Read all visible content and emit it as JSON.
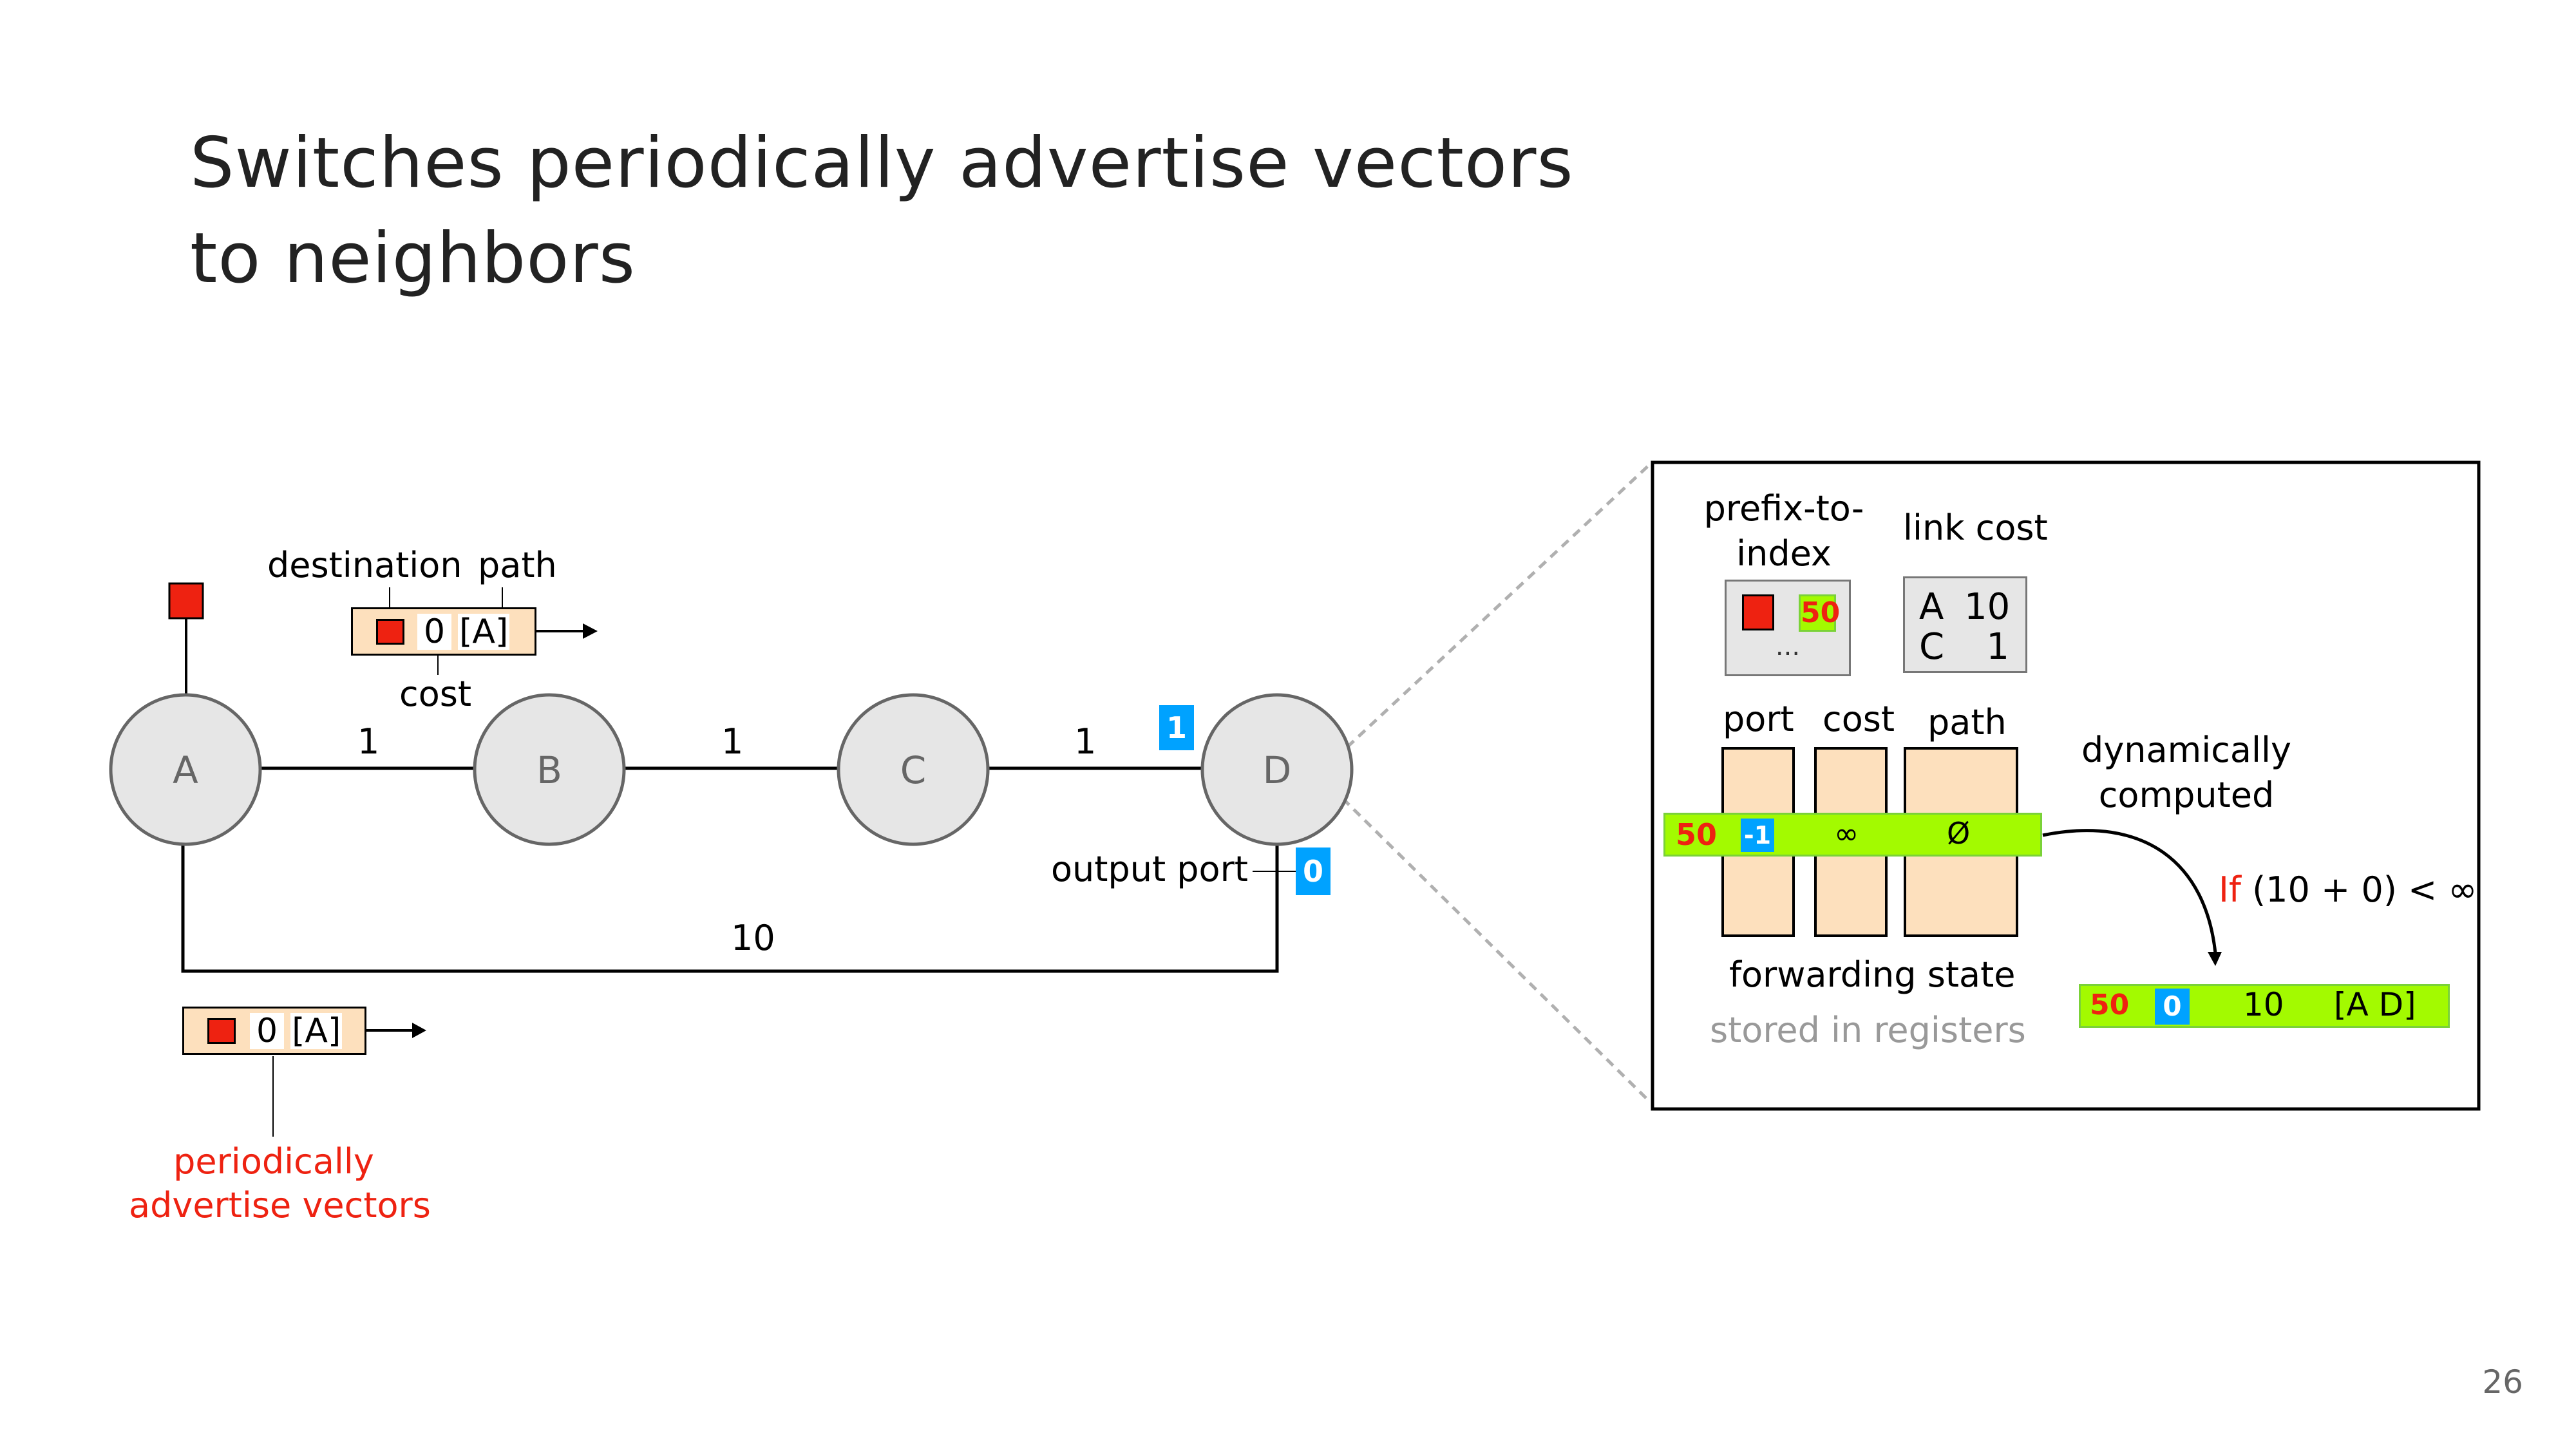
{
  "slide": {
    "title_line1": "Switches periodically advertise vectors",
    "title_line2": "to neighbors",
    "page_number": "26"
  },
  "colors": {
    "destination_red": "#ee2211",
    "port_blue": "#00a2ff",
    "register_green": "#a3fa00",
    "vector_peach": "#fde0bd",
    "node_grey": "#e6e6e6"
  },
  "topology": {
    "nodes": [
      {
        "id": "A",
        "label": "A"
      },
      {
        "id": "B",
        "label": "B"
      },
      {
        "id": "C",
        "label": "C"
      },
      {
        "id": "D",
        "label": "D"
      }
    ],
    "links": [
      {
        "from": "A",
        "to": "B",
        "cost": "1"
      },
      {
        "from": "B",
        "to": "C",
        "cost": "1"
      },
      {
        "from": "C",
        "to": "D",
        "cost": "1"
      },
      {
        "from": "A",
        "to": "D",
        "cost": "10"
      }
    ],
    "destination_icon": "red-square-destination-icon",
    "d_port_to_c": "1",
    "d_port_to_a": "0",
    "output_port_label": "output port"
  },
  "vector_legend": {
    "destination_label": "destination",
    "path_label": "path",
    "cost_label": "cost",
    "cost": "0",
    "path": "[A]"
  },
  "advertised_vector": {
    "cost": "0",
    "path": "[A]",
    "caption_line1": "periodically",
    "caption_line2": "advertise vectors"
  },
  "switch_state": {
    "prefix_to_index": {
      "label_line1": "prefix-to-",
      "label_line2": "index",
      "index": "50",
      "more": "..."
    },
    "link_cost": {
      "label": "link cost",
      "rows": [
        {
          "neighbor": "A",
          "cost": "10"
        },
        {
          "neighbor": "C",
          "cost": "1"
        }
      ]
    },
    "registers": {
      "columns": [
        "port",
        "cost",
        "path"
      ],
      "current_row": {
        "index": "50",
        "port": "-1",
        "cost": "∞",
        "path": "Ø"
      },
      "caption": "forwarding state",
      "subcaption": "stored in registers"
    },
    "computation": {
      "label_line1": "dynamically",
      "label_line2": "computed",
      "condition_keyword": "If",
      "condition_expr": "(10 + 0) < ∞",
      "new_row": {
        "index": "50",
        "port": "0",
        "cost": "10",
        "path": "[A D]"
      }
    }
  }
}
